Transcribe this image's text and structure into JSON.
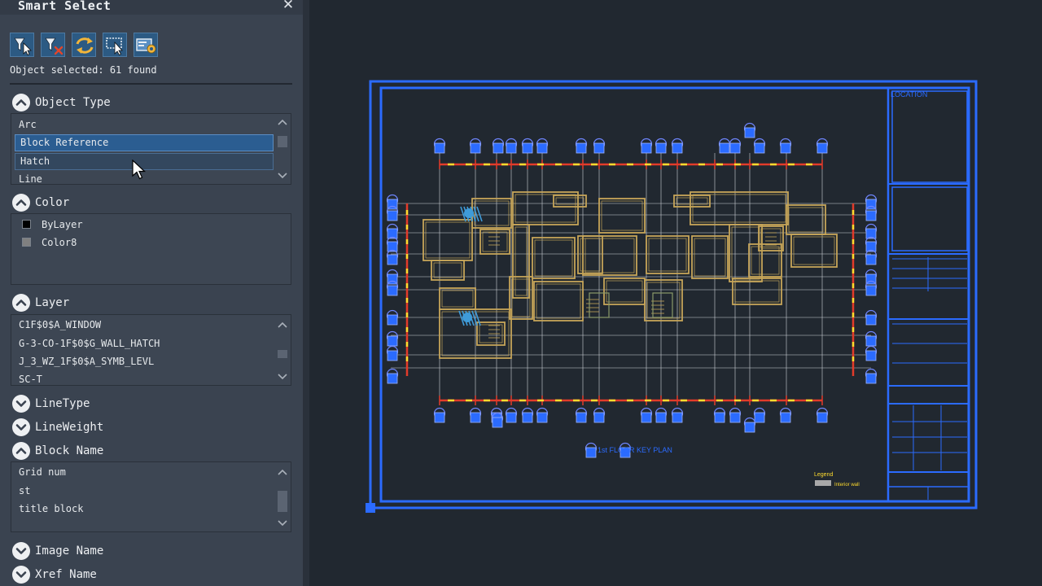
{
  "palette": {
    "title": "Smart Select",
    "status": "Object selected: 61 found",
    "toolbar": [
      {
        "name": "quick-select-icon"
      },
      {
        "name": "clear-filter-icon"
      },
      {
        "name": "refresh-icon"
      },
      {
        "name": "select-objects-icon"
      },
      {
        "name": "settings-icon"
      }
    ],
    "sections": {
      "object_type": {
        "label": "Object Type",
        "items": [
          "Arc",
          "Block Reference",
          "Hatch",
          "Line"
        ],
        "selected": "Block Reference"
      },
      "color": {
        "label": "Color",
        "items": [
          {
            "label": "ByLayer",
            "swatch": "#000000"
          },
          {
            "label": "Color8",
            "swatch": "#808080"
          }
        ]
      },
      "layer": {
        "label": "Layer",
        "items": [
          "C1F$0$A_WINDOW",
          "G-3-CO-1F$0$G_WALL_HATCH",
          "J_3_WZ_1F$0$A_SYMB_LEVL",
          "SC-T"
        ]
      },
      "linetype": {
        "label": "LineType"
      },
      "lineweight": {
        "label": "LineWeight"
      },
      "block_name": {
        "label": "Block Name",
        "items": [
          "Grid num",
          "st",
          "title block"
        ]
      },
      "image_name": {
        "label": "Image Name"
      },
      "xref_name": {
        "label": "Xref Name"
      }
    }
  },
  "drawing": {
    "title_block_label": "LOCATION",
    "plan_caption": "1st FLOOR KEY PLAN",
    "legend_label": "Legend",
    "legend_entry": "Interior wall",
    "colors": {
      "selection": "#2b6bff",
      "grid": "#cfd3d8",
      "walls": "#c6a559",
      "axis": "#e23b2a",
      "dims": "#ffdc2e",
      "hatch": "#3f9bd8",
      "background": "#212830"
    }
  }
}
